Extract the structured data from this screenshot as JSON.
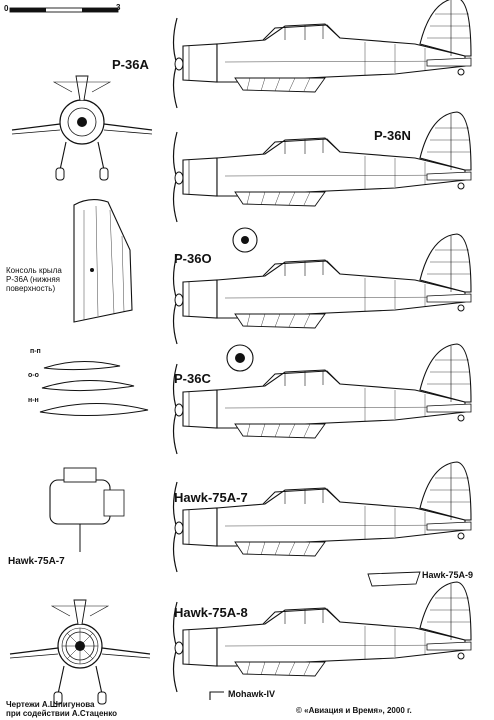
{
  "scale": {
    "zero": "0",
    "end": "3"
  },
  "variants": {
    "p36a": "P-36A",
    "p36n": "P-36N",
    "p36o": "P-36O",
    "p36c": "P-36C",
    "hawk75a7": "Hawk-75A-7",
    "hawk75a8": "Hawk-75A-8",
    "hawk75a9": "Hawk-75A-9",
    "mohawk4": "Mohawk-IV",
    "hawk75a7_front": "Hawk-75A-7"
  },
  "wing_note": [
    "Консоль крыла",
    "P-36A (нижняя",
    "поверхность)"
  ],
  "sections": [
    "п-п",
    "о-о",
    "н-н"
  ],
  "credits": {
    "drawings": "Чертежи   А.Шпигунова",
    "assist": "при содействии А.Стаценко",
    "copyright": "© «Авиация и Время», 2000 г."
  },
  "colors": {
    "ink": "#111111",
    "paper": "#ffffff"
  }
}
